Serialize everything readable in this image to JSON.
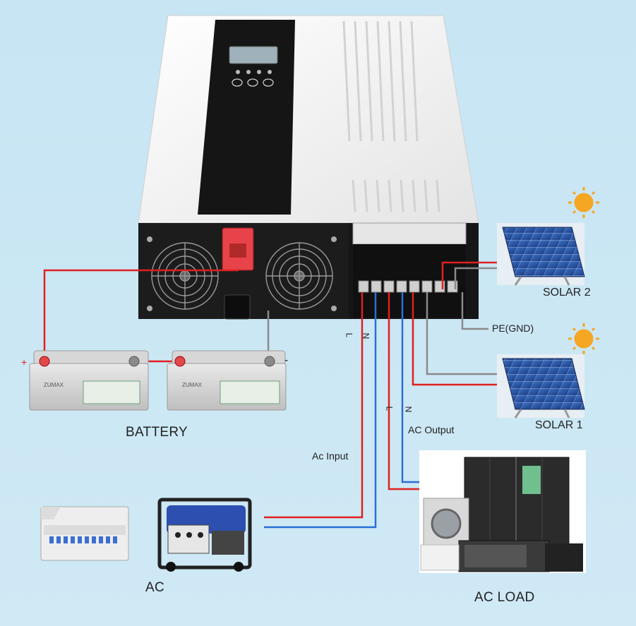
{
  "labels": {
    "battery": "BATTERY",
    "ac": "AC",
    "ac_load": "AC LOAD",
    "solar1": "SOLAR 1",
    "solar2": "SOLAR 2",
    "pe_gnd": "PE(GND)",
    "ac_input": "Ac Input",
    "ac_output": "AC Output",
    "plus": "+",
    "minus": "-",
    "L_in": "L",
    "N_in": "N",
    "L_out": "L",
    "N_out": "N"
  },
  "battery_brand": "ZUMAX",
  "colors": {
    "background": "#c9e6f3",
    "wire_red": "#e02020",
    "wire_blue": "#2a6fd8",
    "wire_gray": "#8a8a8a",
    "inverter_body": "#f2f2f2",
    "inverter_panel": "#1b1b1b",
    "sun": "#f5a623"
  },
  "icons": [
    "inverter-icon",
    "battery-icon",
    "solar-panel-icon",
    "sun-icon",
    "generator-icon",
    "breaker-box-icon",
    "appliances-icon"
  ]
}
